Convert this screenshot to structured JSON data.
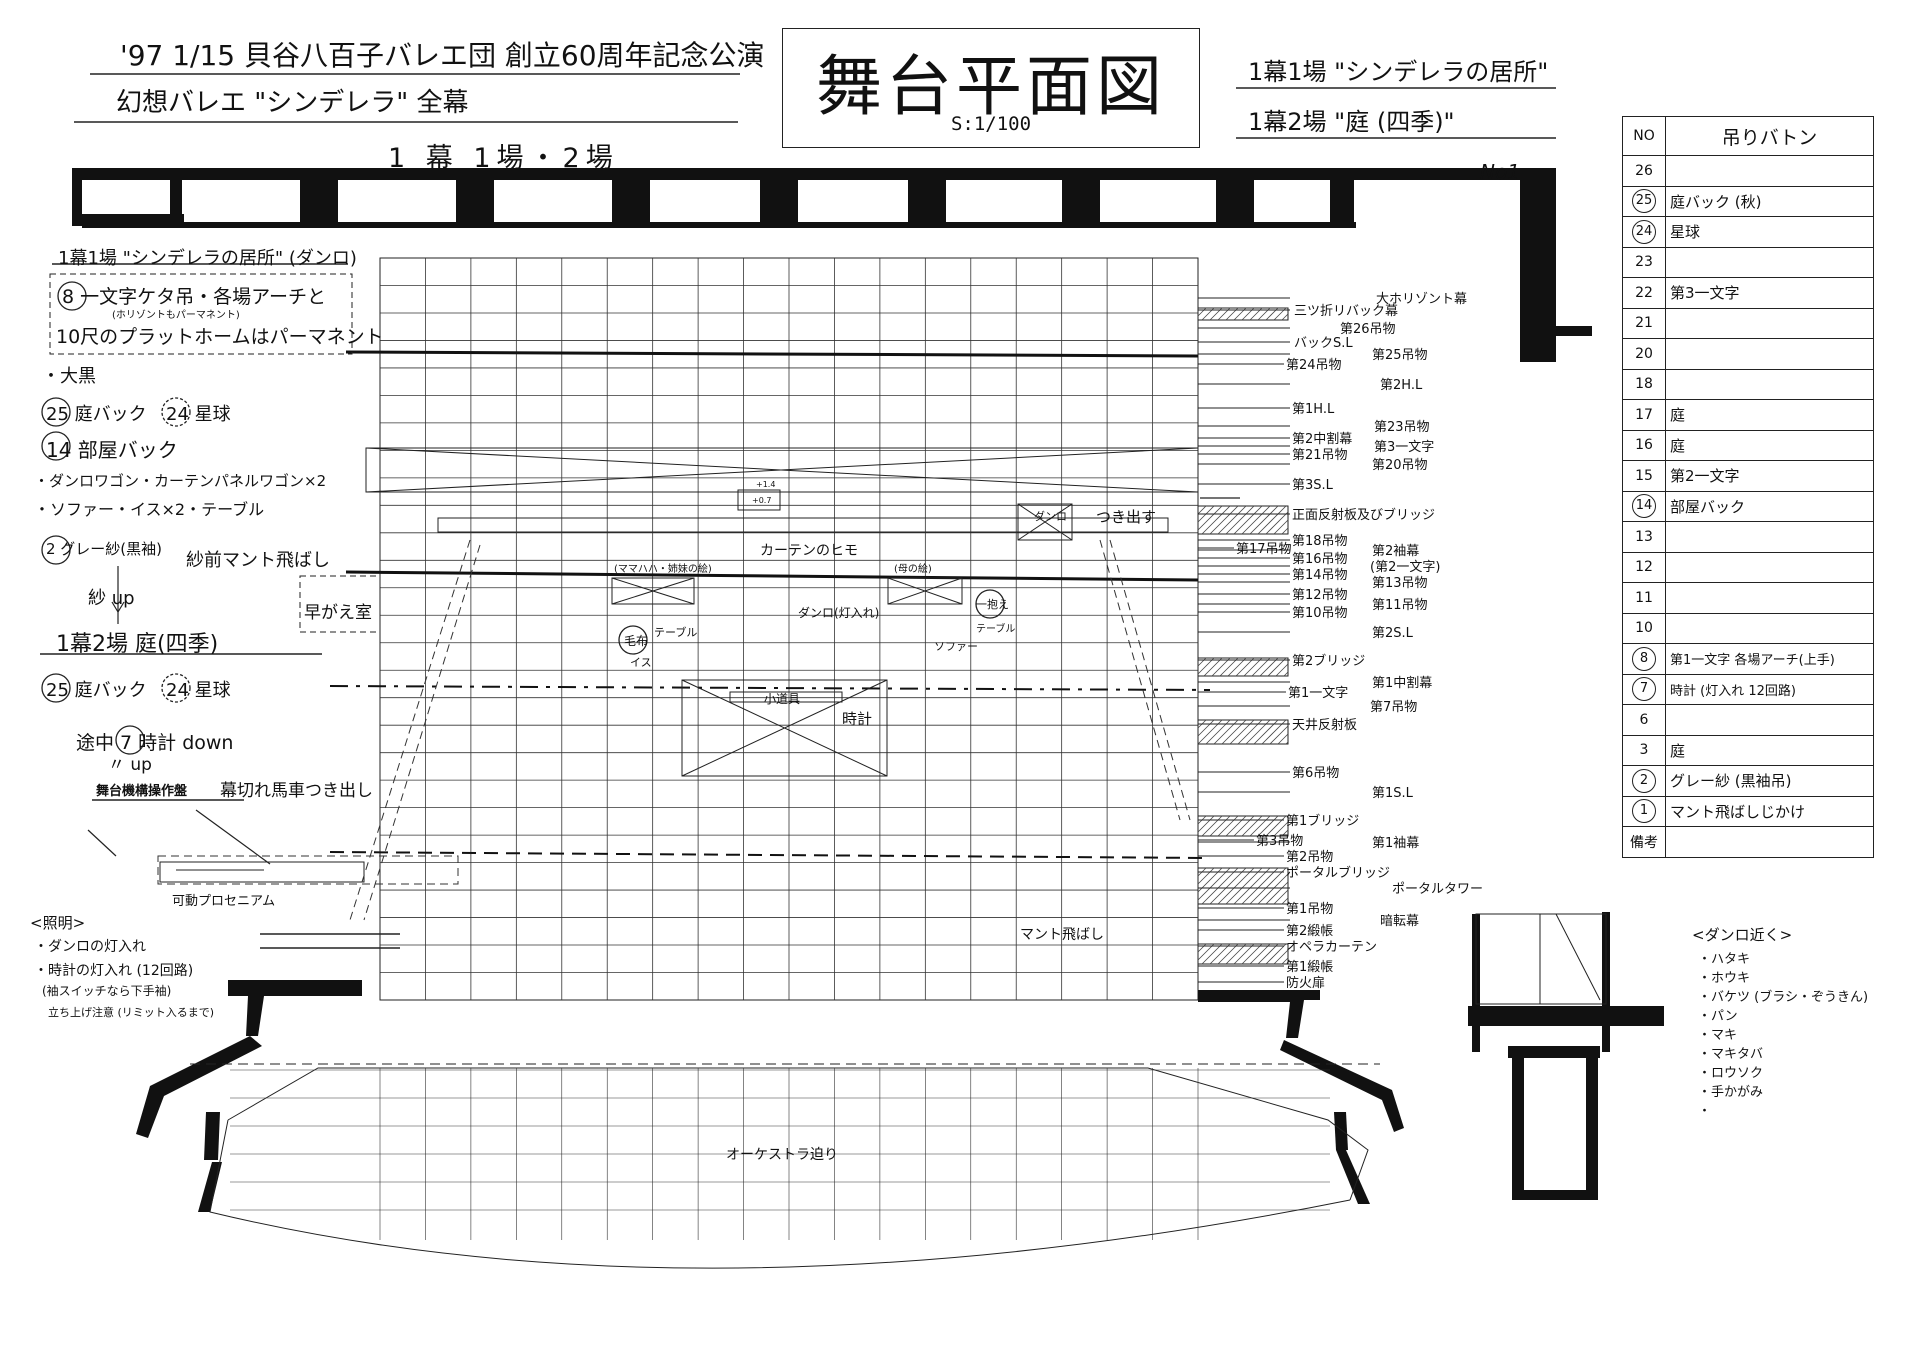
{
  "header": {
    "line1": "'97 1/15 貝谷八百子バレエ団 創立60周年記念公演",
    "line2": "幻想バレエ \"シンデレラ\" 全幕",
    "act_scene": "1 幕 1場・2場"
  },
  "title": {
    "main": "舞台平面図",
    "scale": "S:1/100"
  },
  "scenes_top_right": [
    "1幕1場 \"シンデレラの居所\"",
    "1幕2場 \"庭 (四季)\""
  ],
  "sheet_no": "No1",
  "notes_left": {
    "scene1_heading": "1幕1場 \"シンデレラの居所\" (ダンロ)",
    "boxed_note_1": "8 一文字ケタ吊・各場アーチと",
    "boxed_note_sub": "(ホリゾントもパーマネント)",
    "boxed_note_2": "10尺のプラットホームはパーマネント",
    "daikuro": "・大黒",
    "item_25": "25 庭バック",
    "item_24": "24 星球",
    "item_14": "14 部屋バック",
    "wagon": "・ダンロワゴン・カーテンパネルワゴン×2",
    "sofa": "・ソファー・イス×2・テーブル",
    "item_2": "2 グレー紗(黒袖)",
    "mant": "紗前マント飛ばし",
    "sha_up": "紗 up",
    "scene2_heading": "1幕2場 庭(四季)",
    "scene2_25": "25 庭バック",
    "scene2_24": "24 星球",
    "clock": "途中 7 時計 down",
    "clock_up": "〃 up",
    "hayagae": "早がえ室",
    "panel_label": "舞台機構操作盤",
    "panel_note": "幕切れ馬車つき出し",
    "prosc": "可動プロセニアム"
  },
  "lighting": {
    "heading": "<照明>",
    "items": [
      "・ダンロの灯入れ",
      "・時計の灯入れ (12回路)",
      "(袖スイッチなら下手袖)",
      "立ち上げ注意 (リミット入るまで)"
    ]
  },
  "props_right": {
    "heading": "<ダンロ近く>",
    "items": [
      "・ハタキ",
      "・ホウキ",
      "・バケツ (ブラシ・ぞうきん)",
      "・パン",
      "・マキ",
      "・マキタバ",
      "・ロウソク",
      "・手かがみ",
      "・"
    ]
  },
  "stage_items": {
    "label_wall": "(ママハハ・姉妹の絵)",
    "label_mother": "(母の絵)",
    "label_curtain": "カーテンのヒモ",
    "label_danro": "ダンロ(灯入れ)",
    "label_kefu": "毛布",
    "label_table": "テーブル",
    "label_isu": "イス",
    "label_sofa": "ソファー",
    "label_kodori": "小道具",
    "label_clock": "時計",
    "label_hoki": "一抱え",
    "label_fugu": "テーブル",
    "label_tsukidasu": "つき出す",
    "label_danro_box": "ダンロ",
    "label_mant_tobashi": "マント飛ばし",
    "label_orch": "オーケストラ迫り",
    "label_h4": "+1.4",
    "label_h07": "+0.7"
  },
  "rigging_labels": [
    "大ホリゾント幕",
    "三ツ折リバック幕",
    "第26吊物",
    "バックS.L",
    "第25吊物",
    "第24吊物",
    "第2H.L",
    "第1H.L",
    "第23吊物",
    "第2中割幕",
    "第3一文字",
    "第21吊物",
    "第20吊物",
    "第3S.L",
    "正面反射板及びブリッジ",
    "第18吊物",
    "第2袖幕",
    "第17吊物",
    "第16吊物",
    "(第2一文字)",
    "第14吊物",
    "第13吊物",
    "第12吊物",
    "第11吊物",
    "第10吊物",
    "第2S.L",
    "第2ブリッジ",
    "第1中割幕",
    "第1一文字",
    "第7吊物",
    "天井反射板",
    "第6吊物",
    "第1S.L",
    "第1ブリッジ",
    "第3吊物",
    "第1袖幕",
    "第2吊物",
    "ポータルブリッジ",
    "ポータルタワー",
    "第1吊物",
    "暗転幕",
    "第2緞帳",
    "オペラカーテン",
    "第1緞帳",
    "防火扉"
  ],
  "baton_table": {
    "header_no": "NO",
    "header_name": "吊りバトン",
    "rows": [
      {
        "no": "26",
        "name": ""
      },
      {
        "no": "25",
        "name": "庭バック (秋)"
      },
      {
        "no": "24",
        "name": "星球"
      },
      {
        "no": "23",
        "name": ""
      },
      {
        "no": "22",
        "name": "第3一文字"
      },
      {
        "no": "21",
        "name": ""
      },
      {
        "no": "20",
        "name": ""
      },
      {
        "no": "18",
        "name": ""
      },
      {
        "no": "17",
        "name": "庭"
      },
      {
        "no": "16",
        "name": "庭"
      },
      {
        "no": "15",
        "name": "第2一文字"
      },
      {
        "no": "14",
        "name": "部屋バック"
      },
      {
        "no": "13",
        "name": ""
      },
      {
        "no": "12",
        "name": ""
      },
      {
        "no": "11",
        "name": ""
      },
      {
        "no": "10",
        "name": ""
      },
      {
        "no": "8",
        "name": "第1一文字 各場アーチ(上手)"
      },
      {
        "no": "7",
        "name": "時計 (灯入れ 12回路)"
      },
      {
        "no": "6",
        "name": ""
      },
      {
        "no": "3",
        "name": "庭"
      },
      {
        "no": "2",
        "name": "グレー紗 (黒袖吊)"
      },
      {
        "no": "1",
        "name": "マント飛ばしじかけ"
      },
      {
        "no": "備考",
        "name": ""
      }
    ]
  }
}
